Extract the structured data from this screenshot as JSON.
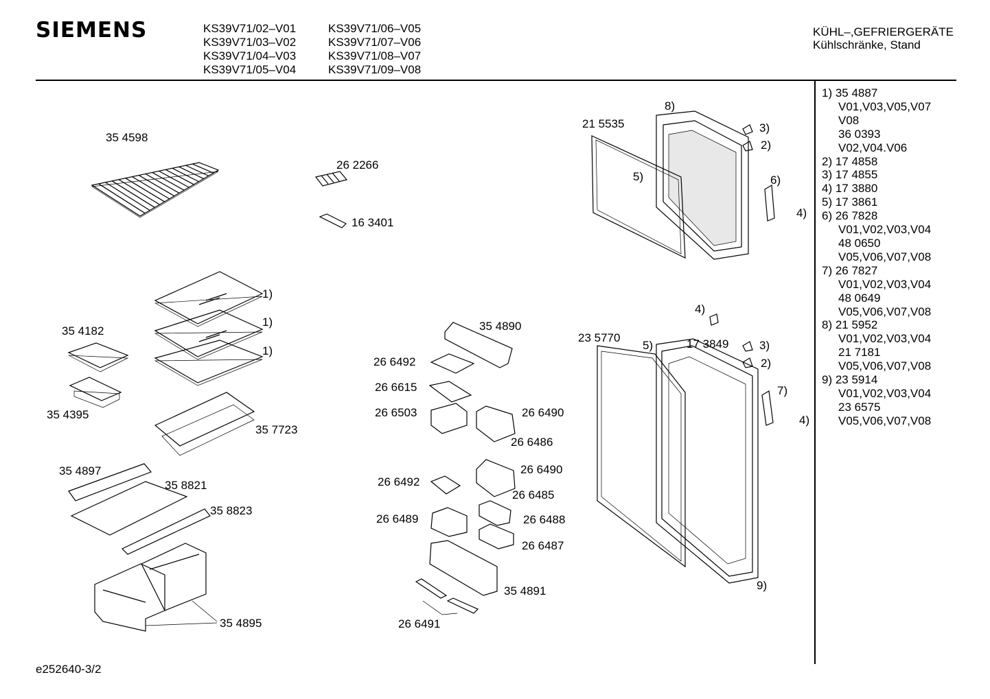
{
  "header": {
    "brand": "SIEMENS",
    "models": [
      "KS39V71/02–V01",
      "KS39V71/06–V05",
      "KS39V71/03–V02",
      "KS39V71/07–V06",
      "KS39V71/04–V03",
      "KS39V71/08–V07",
      "KS39V71/05–V04",
      "KS39V71/09–V08"
    ],
    "category_line1": "KÜHL–,GEFRIERGERÄTE",
    "category_line2": "Kühlschränke, Stand"
  },
  "legend": [
    {
      "text": "1) 35 4887",
      "sub": false
    },
    {
      "text": "V01,V03,V05,V07",
      "sub": true
    },
    {
      "text": "V08",
      "sub": true
    },
    {
      "text": "36 0393",
      "sub": true
    },
    {
      "text": "V02,V04.V06",
      "sub": true
    },
    {
      "text": "2) 17 4858",
      "sub": false
    },
    {
      "text": "3) 17 4855",
      "sub": false
    },
    {
      "text": "4) 17 3880",
      "sub": false
    },
    {
      "text": "5) 17 3861",
      "sub": false
    },
    {
      "text": "6) 26 7828",
      "sub": false
    },
    {
      "text": "V01,V02,V03,V04",
      "sub": true
    },
    {
      "text": "48 0650",
      "sub": true
    },
    {
      "text": "V05,V06,V07,V08",
      "sub": true
    },
    {
      "text": "7) 26 7827",
      "sub": false
    },
    {
      "text": "V01,V02,V03,V04",
      "sub": true
    },
    {
      "text": "48 0649",
      "sub": true
    },
    {
      "text": "V05,V06,V07,V08",
      "sub": true
    },
    {
      "text": "8) 21 5952",
      "sub": false
    },
    {
      "text": "V01,V02,V03,V04",
      "sub": true
    },
    {
      "text": "21 7181",
      "sub": true
    },
    {
      "text": "V05,V06,V07,V08",
      "sub": true
    },
    {
      "text": "9) 23 5914",
      "sub": false
    },
    {
      "text": "V01,V02,V03,V04",
      "sub": true
    },
    {
      "text": "23 6575",
      "sub": true
    },
    {
      "text": "V05,V06,V07,V08",
      "sub": true
    }
  ],
  "labels": {
    "p354598": "35 4598",
    "p262266": "26 2266",
    "p163401": "16 3401",
    "r1a": "1)",
    "r1b": "1)",
    "r1c": "1)",
    "p354182": "35 4182",
    "p354395": "35 4395",
    "p357723": "35 7723",
    "p354897": "35 4897",
    "p358821": "35 8821",
    "p358823": "35 8823",
    "p354895": "35 4895",
    "p354890": "35 4890",
    "p266492a": "26 6492",
    "p266615": "26 6615",
    "p266503": "26 6503",
    "p266490a": "26 6490",
    "p266486": "26 6486",
    "p266490b": "26 6490",
    "p266492b": "26 6492",
    "p266485": "26 6485",
    "p266489": "26 6489",
    "p266488": "26 6488",
    "p266487": "26 6487",
    "p354891": "35 4891",
    "p266491": "26 6491",
    "r8": "8)",
    "p215535": "21 5535",
    "r3a": "3)",
    "r2a": "2)",
    "r5a": "5)",
    "r6": "6)",
    "r4a": "4)",
    "r4b": "4)",
    "p235770": "23 5770",
    "r5b": "5)",
    "p173849": "17 3849",
    "r3b": "3)",
    "r2b": "2)",
    "r7": "7)",
    "r4c": "4)",
    "r9": "9)"
  },
  "footer": "e252640-3/2"
}
